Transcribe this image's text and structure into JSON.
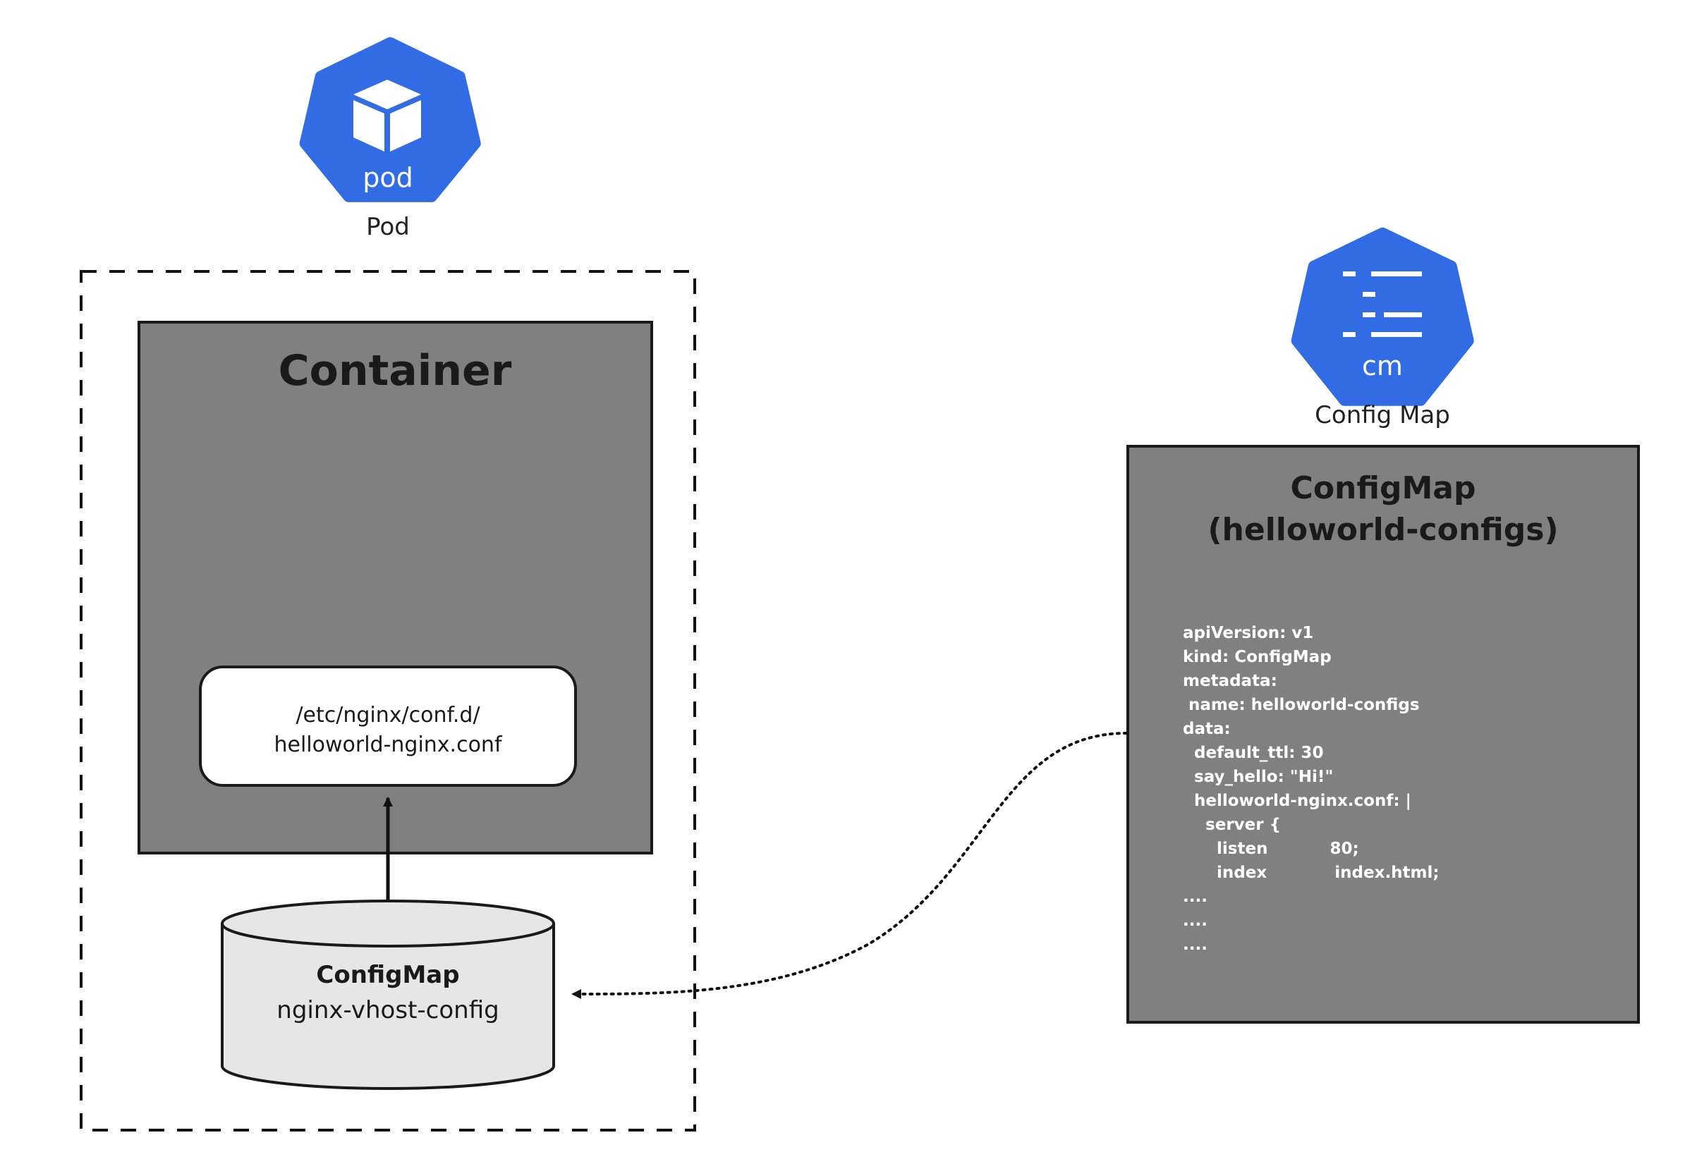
{
  "pod_icon": {
    "icon": "kubernetes-pod-icon",
    "icon_text": "pod",
    "label": "Pod",
    "color": "#326ce5"
  },
  "configmap_icon": {
    "icon": "kubernetes-configmap-icon",
    "icon_text": "cm",
    "label": "Config Map",
    "color": "#326ce5"
  },
  "container": {
    "title": "Container",
    "mount_path": {
      "line1": "/etc/nginx/conf.d/",
      "line2": "helloworld-nginx.conf"
    }
  },
  "volume": {
    "title": "ConfigMap",
    "name": "nginx-vhost-config"
  },
  "configmap_box": {
    "title_line1": "ConfigMap",
    "title_line2": "(helloworld-configs)",
    "yaml_lines": [
      "apiVersion: v1",
      "kind: ConfigMap",
      "metadata:",
      " name: helloworld-configs",
      "data:",
      "  default_ttl: 30",
      "  say_hello: \"Hi!\"",
      "  helloworld-nginx.conf: |",
      "    server {",
      "      listen           80;",
      "      index            index.html;",
      "....",
      "....",
      "...."
    ]
  },
  "colors": {
    "box_fill": "#808080",
    "volume_fill": "#e6e6e6",
    "k8s_blue": "#326ce5"
  }
}
